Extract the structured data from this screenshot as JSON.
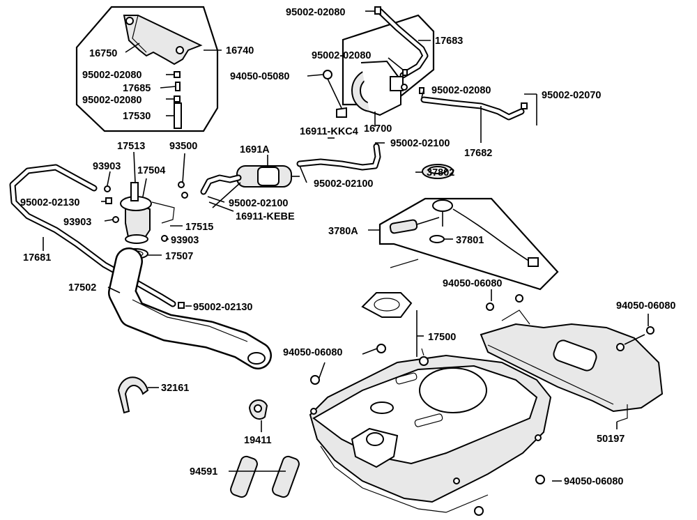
{
  "diagram": {
    "callouts": [
      {
        "id": "c01",
        "text": "95002-02080"
      },
      {
        "id": "c02",
        "text": "17683"
      },
      {
        "id": "c03",
        "text": "16740"
      },
      {
        "id": "c04",
        "text": "16750"
      },
      {
        "id": "c05",
        "text": "95002-02080"
      },
      {
        "id": "c06",
        "text": "94050-05080"
      },
      {
        "id": "c07",
        "text": "95002-02080"
      },
      {
        "id": "c08",
        "text": "17685"
      },
      {
        "id": "c09",
        "text": "95002-02080"
      },
      {
        "id": "c10",
        "text": "95002-02080"
      },
      {
        "id": "c11",
        "text": "95002-02070"
      },
      {
        "id": "c12",
        "text": "17530"
      },
      {
        "id": "c13",
        "text": "16700"
      },
      {
        "id": "c14",
        "text": "16911-KKC4"
      },
      {
        "id": "c15",
        "text": "17682"
      },
      {
        "id": "c16",
        "text": "17513"
      },
      {
        "id": "c17",
        "text": "93500"
      },
      {
        "id": "c18",
        "text": "1691A"
      },
      {
        "id": "c19",
        "text": "95002-02100"
      },
      {
        "id": "c20",
        "text": "93903"
      },
      {
        "id": "c21",
        "text": "17504"
      },
      {
        "id": "c22",
        "text": "95002-02100"
      },
      {
        "id": "c23",
        "text": "37802"
      },
      {
        "id": "c24",
        "text": "95002-02130"
      },
      {
        "id": "c25",
        "text": "95002-02100"
      },
      {
        "id": "c26",
        "text": "16911-KEBE"
      },
      {
        "id": "c27",
        "text": "93903"
      },
      {
        "id": "c28",
        "text": "17515"
      },
      {
        "id": "c29",
        "text": "3780A"
      },
      {
        "id": "c30",
        "text": "93903"
      },
      {
        "id": "c31",
        "text": "37801"
      },
      {
        "id": "c32",
        "text": "17681"
      },
      {
        "id": "c33",
        "text": "17507"
      },
      {
        "id": "c34",
        "text": "94050-06080"
      },
      {
        "id": "c35",
        "text": "17502"
      },
      {
        "id": "c36",
        "text": "95002-02130"
      },
      {
        "id": "c37",
        "text": "94050-06080"
      },
      {
        "id": "c38",
        "text": "17500"
      },
      {
        "id": "c39",
        "text": "94050-06080"
      },
      {
        "id": "c40",
        "text": "32161"
      },
      {
        "id": "c41",
        "text": "19411"
      },
      {
        "id": "c42",
        "text": "50197"
      },
      {
        "id": "c43",
        "text": "94591"
      },
      {
        "id": "c44",
        "text": "94050-06080"
      }
    ]
  }
}
